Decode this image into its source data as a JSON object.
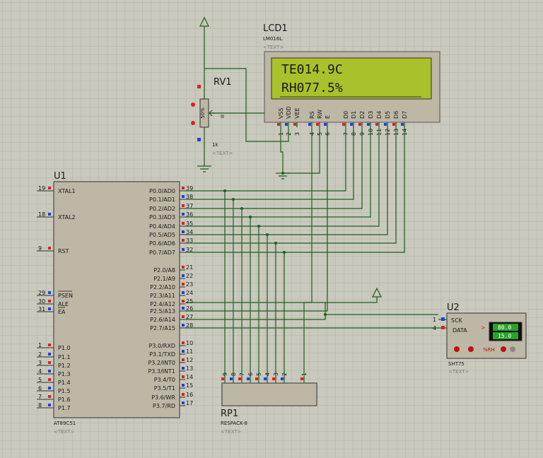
{
  "lcd": {
    "ref": "LCD1",
    "part": "LM016L",
    "text_tag": "<TEXT>",
    "line1": "TE014.9C",
    "line2": "RH077.5%",
    "pins": [
      "VSS",
      "VDD",
      "VEE",
      "RS",
      "RW",
      "E",
      "D0",
      "D1",
      "D2",
      "D3",
      "D4",
      "D5",
      "D6",
      "D7"
    ],
    "pin_numbers": [
      "1",
      "2",
      "3",
      "4",
      "5",
      "6",
      "7",
      "8",
      "9",
      "10",
      "11",
      "12",
      "13",
      "14"
    ]
  },
  "rv": {
    "ref": "RV1",
    "value": "1k",
    "percent": "50%",
    "text_tag": "<TEXT>"
  },
  "mcu": {
    "ref": "U1",
    "part": "AT89C51",
    "text_tag": "<TEXT>",
    "left_pins": [
      {
        "num": "19",
        "name": "XTAL1"
      },
      {
        "num": "18",
        "name": "XTAL2"
      },
      {
        "num": "9",
        "name": "RST"
      },
      {
        "num": "29",
        "name": "PSEN"
      },
      {
        "num": "30",
        "name": "ALE"
      },
      {
        "num": "31",
        "name": "EA"
      },
      {
        "num": "1",
        "name": "P1.0"
      },
      {
        "num": "2",
        "name": "P1.1"
      },
      {
        "num": "3",
        "name": "P1.2"
      },
      {
        "num": "4",
        "name": "P1.3"
      },
      {
        "num": "5",
        "name": "P1.4"
      },
      {
        "num": "6",
        "name": "P1.5"
      },
      {
        "num": "7",
        "name": "P1.6"
      },
      {
        "num": "8",
        "name": "P1.7"
      }
    ],
    "right_pins": [
      {
        "num": "39",
        "name": "P0.0/AD0"
      },
      {
        "num": "38",
        "name": "P0.1/AD1"
      },
      {
        "num": "37",
        "name": "P0.2/AD2"
      },
      {
        "num": "36",
        "name": "P0.3/AD3"
      },
      {
        "num": "35",
        "name": "P0.4/AD4"
      },
      {
        "num": "34",
        "name": "P0.5/AD5"
      },
      {
        "num": "33",
        "name": "P0.6/AD6"
      },
      {
        "num": "32",
        "name": "P0.7/AD7"
      },
      {
        "num": "21",
        "name": "P2.0/A8"
      },
      {
        "num": "22",
        "name": "P2.1/A9"
      },
      {
        "num": "23",
        "name": "P2.2/A10"
      },
      {
        "num": "24",
        "name": "P2.3/A11"
      },
      {
        "num": "25",
        "name": "P2.4/A12"
      },
      {
        "num": "26",
        "name": "P2.5/A13"
      },
      {
        "num": "27",
        "name": "P2.6/A14"
      },
      {
        "num": "28",
        "name": "P2.7/A15"
      },
      {
        "num": "10",
        "name": "P3.0/RXD"
      },
      {
        "num": "11",
        "name": "P3.1/TXD"
      },
      {
        "num": "12",
        "name": "P3.2/INT0"
      },
      {
        "num": "13",
        "name": "P3.3/INT1"
      },
      {
        "num": "14",
        "name": "P3.4/T0"
      },
      {
        "num": "15",
        "name": "P3.5/T1"
      },
      {
        "num": "16",
        "name": "P3.6/WR"
      },
      {
        "num": "17",
        "name": "P3.7/RD"
      }
    ]
  },
  "rp": {
    "ref": "RP1",
    "part": "RESPACK-8",
    "text_tag": "<TEXT>",
    "pin_numbers": [
      "9",
      "8",
      "7",
      "6",
      "5",
      "4",
      "3",
      "2",
      "1"
    ]
  },
  "sht": {
    "ref": "U2",
    "part": "SHT75",
    "text_tag": "<TEXT>",
    "pin_sck": "SCK",
    "pin_data": "DATA",
    "pin_sck_num": "1",
    "pin_data_num": "4",
    "temp_value": "80.0",
    "rh_value": "15.0",
    "rh_label": "%RH",
    "arrow": ">"
  },
  "colors": {
    "background": "#c9c9bd",
    "wire": "#1b5e20",
    "body": "#bdb7a6",
    "lcd_screen": "#a9c12a",
    "pin_red": "#e02020",
    "pin_blue": "#2040e0"
  }
}
